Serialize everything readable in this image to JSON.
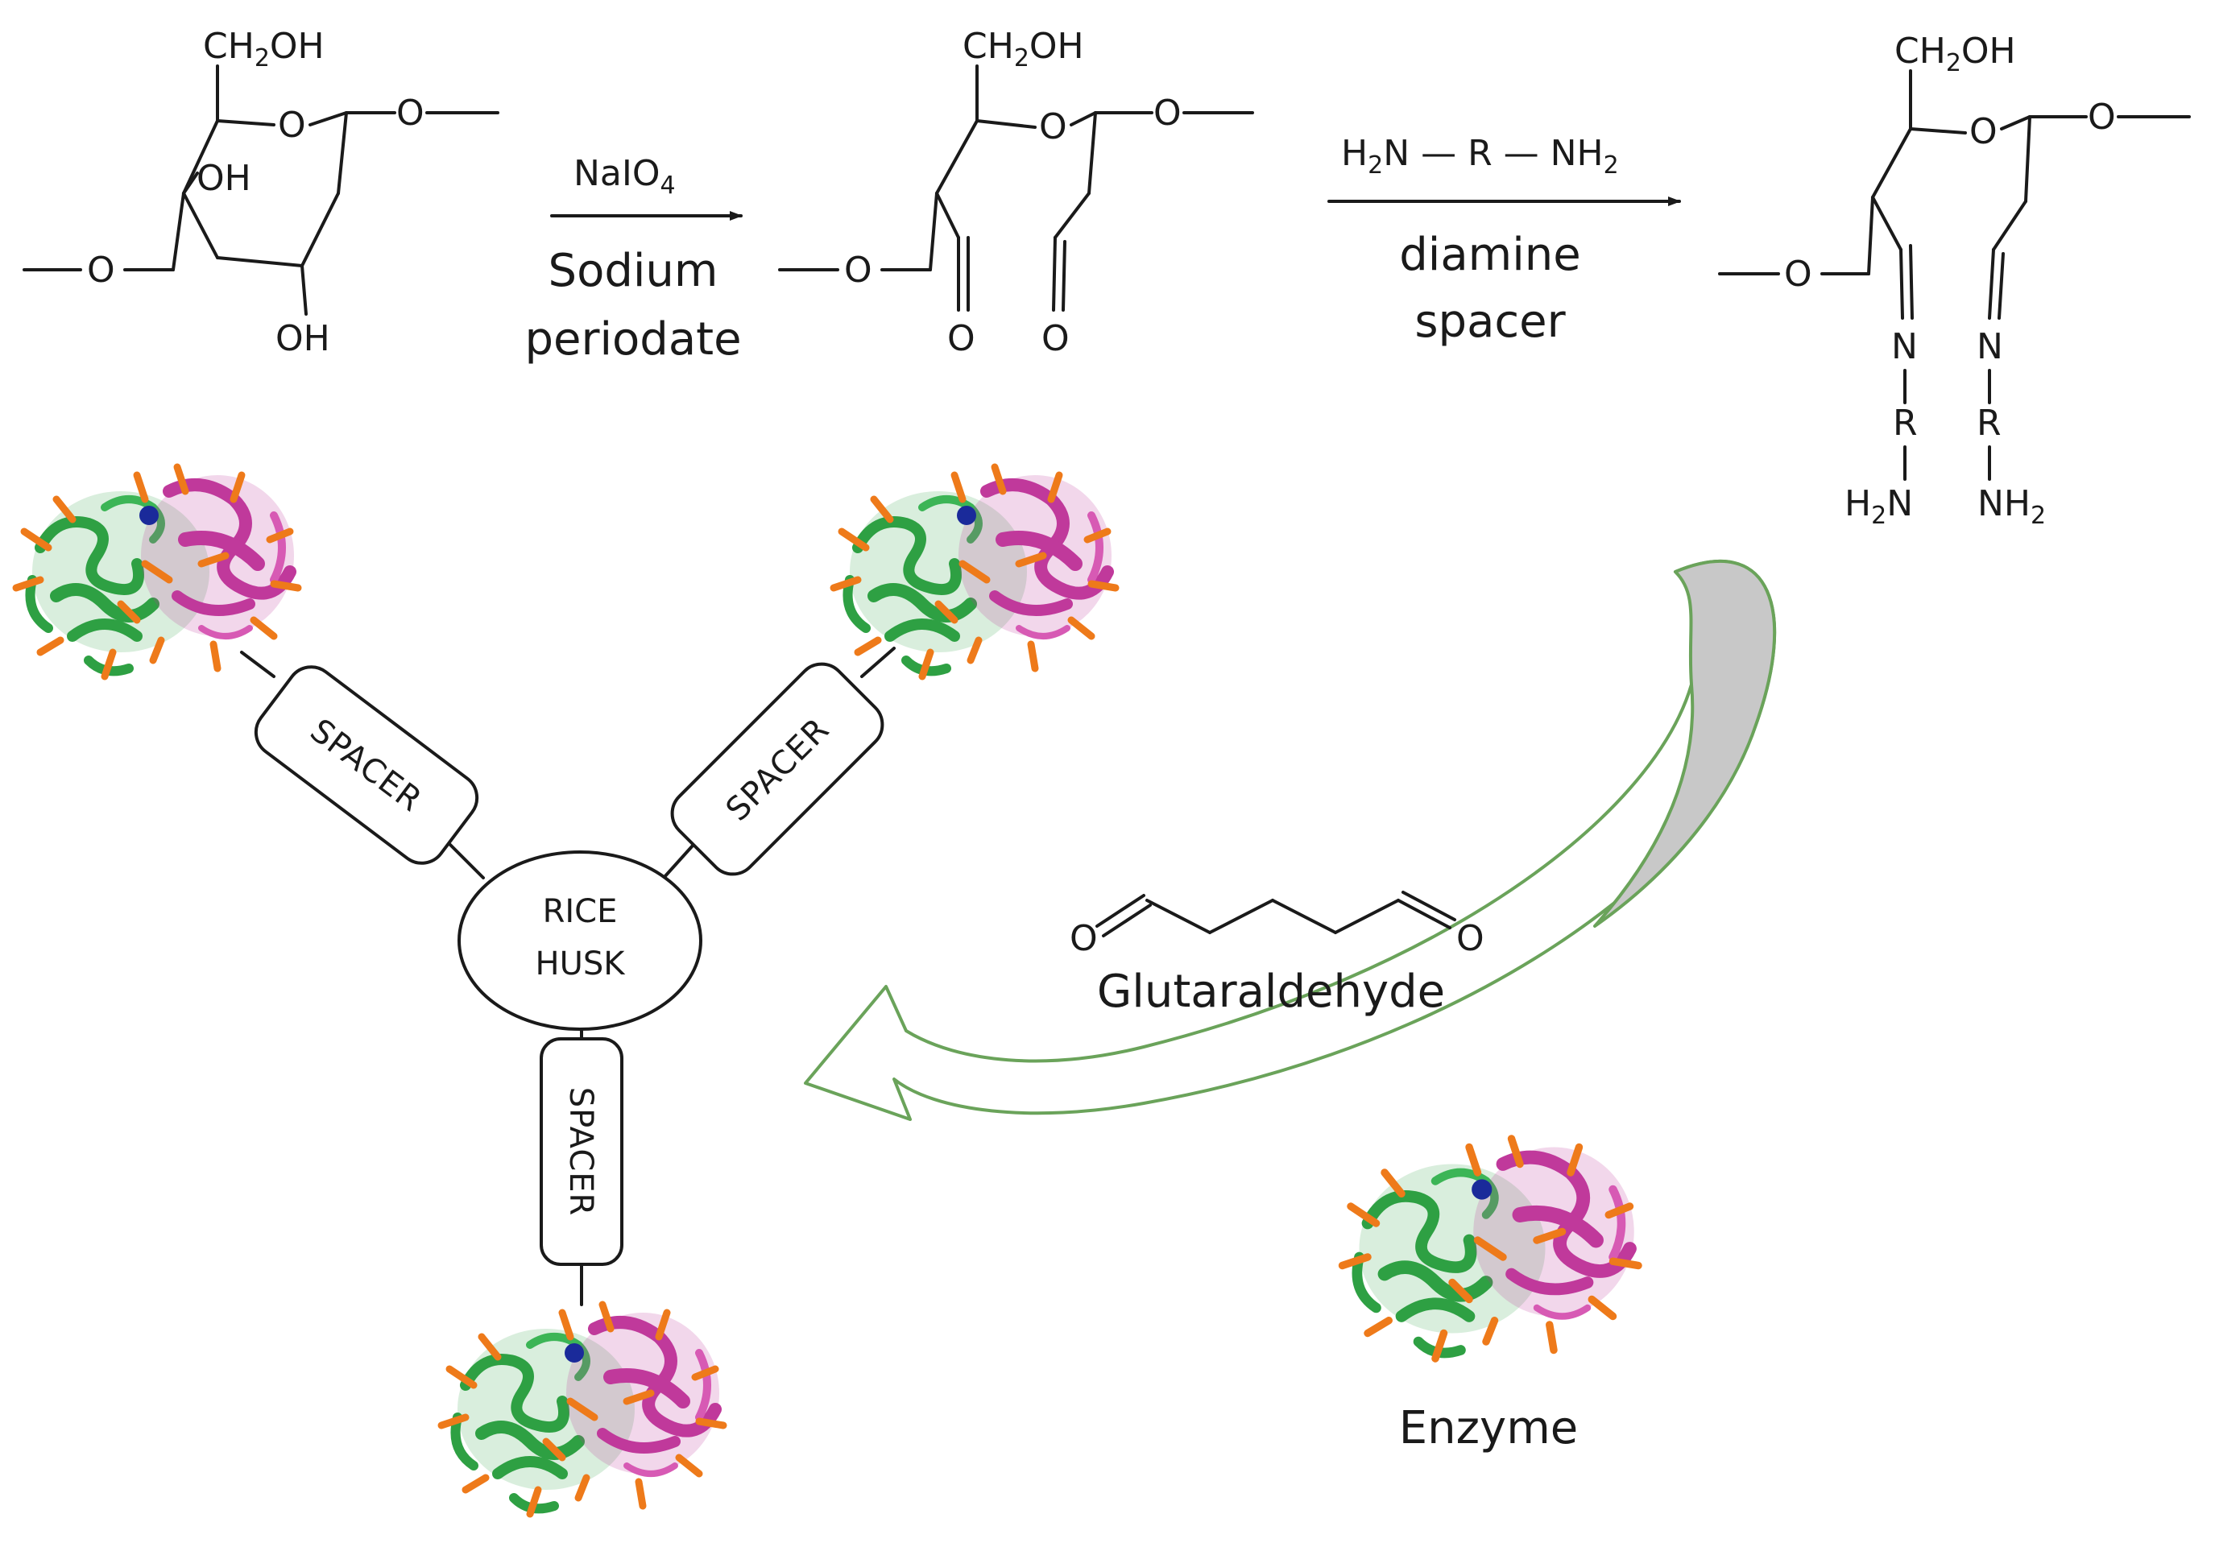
{
  "reaction": {
    "step1_reagent": "NaIO",
    "step1_reagent_sub": "4",
    "step1_name_line1": "Sodium",
    "step1_name_line2": "periodate",
    "step2_reagent_left": "H",
    "step2_reagent_left_sub": "2",
    "step2_reagent_mid": "N — R — NH",
    "step2_reagent_right_sub": "2",
    "step2_name_line1": "diamine",
    "step2_name_line2": "spacer"
  },
  "molecules": {
    "ch2oh": "CH",
    "ch2oh_sub": "2",
    "ch2oh_tail": "OH",
    "oh": "OH",
    "o": "O",
    "n": "N",
    "r": "R",
    "h2n": "H",
    "h2n_sub": "2",
    "h2n_tail": "N",
    "nh2": "NH",
    "nh2_sub": "2"
  },
  "assembly": {
    "core_line1": "RICE",
    "core_line2": "HUSK",
    "spacer_label": "SPACER"
  },
  "crosslinker": {
    "name": "Glutaraldehyde",
    "o": "O"
  },
  "enzyme": {
    "name": "Enzyme"
  },
  "colors": {
    "arrow_outline": "#6aa35a",
    "arrow_fill": "#c8c8c8",
    "protein_green": "#2ea043",
    "protein_magenta": "#c0399b",
    "protein_orange": "#ee7a1a",
    "protein_blue": "#1a2a9a"
  },
  "icons": {
    "enzyme_icon": "protein-ribbon-icon",
    "reaction_arrow": "right-arrow-icon",
    "curved_arrow": "curved-arrow-icon"
  }
}
